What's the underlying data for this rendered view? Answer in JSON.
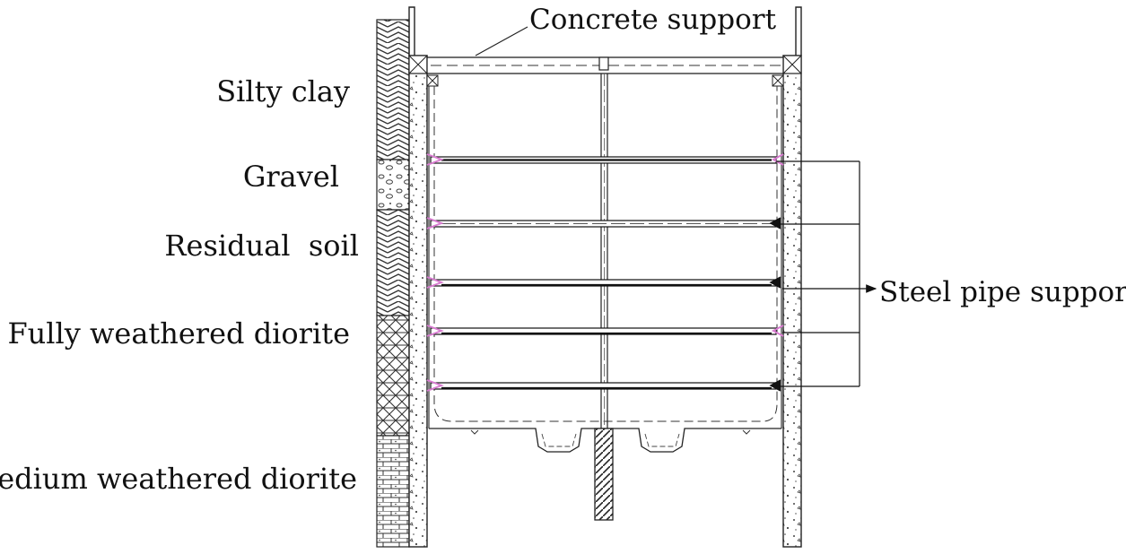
{
  "labels": {
    "concrete_support": "Concrete support",
    "steel_pipe_support": "Steel pipe support"
  },
  "strata": [
    {
      "name": "Silty clay",
      "pattern": "hatch-herringbone"
    },
    {
      "name": "Gravel",
      "pattern": "pebble"
    },
    {
      "name": "Residual  soil",
      "pattern": "hatch-herringbone"
    },
    {
      "name": "Fully weathered diorite",
      "pattern": "cross-hatch-brick"
    },
    {
      "name": "Medium weathered diorite",
      "pattern": "brick"
    }
  ],
  "colors": {
    "line": "#1a1a1a",
    "strut_end_marker": "#d87bd0",
    "concrete_fill": "#ffffff"
  }
}
